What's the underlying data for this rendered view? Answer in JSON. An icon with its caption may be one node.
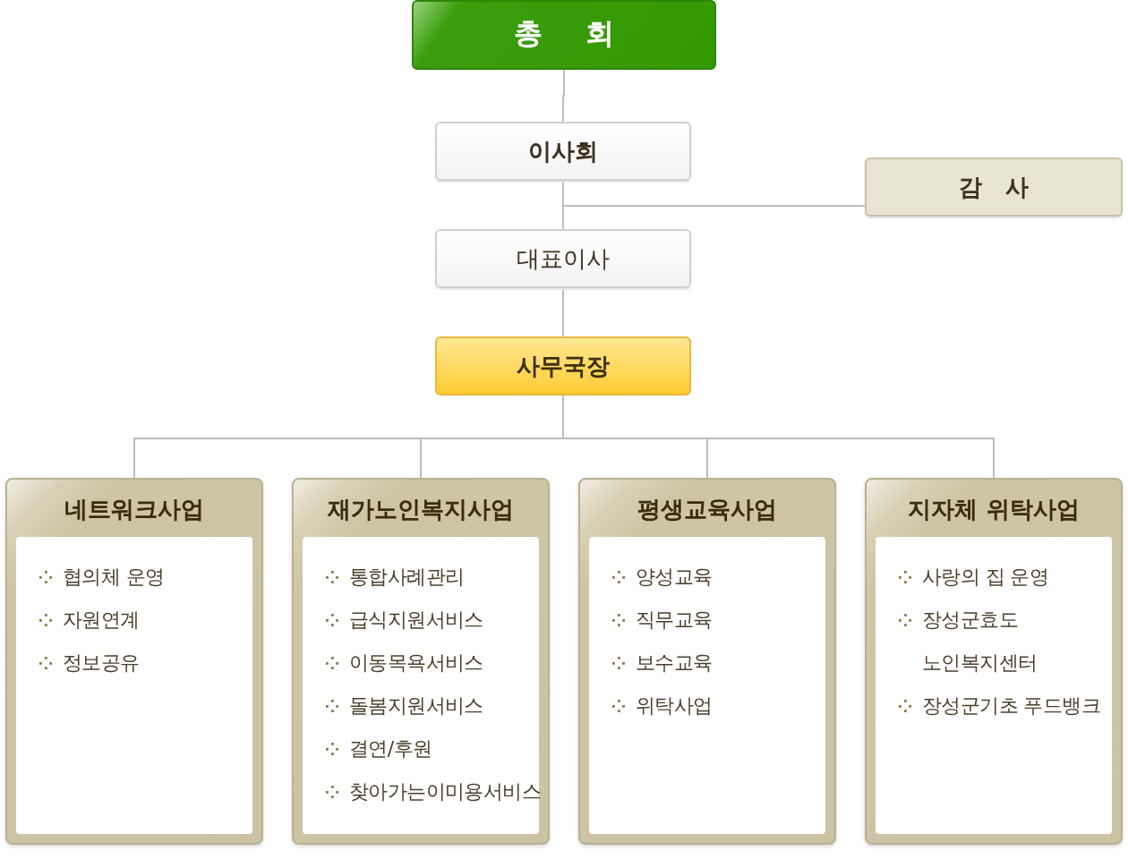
{
  "diagram": {
    "nodes": [
      {
        "text": [
          "총 회"
        ]
      },
      {
        "text": [
          "이사회"
        ]
      },
      {
        "text": [
          "감 사"
        ]
      },
      {
        "text": [
          "대표이사"
        ]
      },
      {
        "text": [
          "사무국장"
        ]
      },
      {
        "text": [
          "네트워크사업",
          "협의체 운영",
          "자원연계",
          "정보공유"
        ]
      },
      {
        "text": [
          "재가노인복지사업",
          "통합사례관리",
          "급식지원서비스",
          "이동목욕서비스",
          "돌봄지원서비스",
          "결연/후원",
          "찾아가는이미용서비스"
        ]
      },
      {
        "text": [
          "평생교육사업",
          "양성교육",
          "직무교육",
          "보수교육",
          "위탁사업"
        ]
      },
      {
        "text": [
          "지자체 위탁사업",
          "사랑의 집 운영",
          "장성군효도 노인복지센터",
          "장성군기초 푸드뱅크"
        ]
      }
    ],
    "edges": [
      {
        "from": 0,
        "to": 1,
        "arrow": "none"
      },
      {
        "from": 1,
        "to": 2,
        "arrow": "none"
      },
      {
        "from": 1,
        "to": 3,
        "arrow": "none"
      },
      {
        "from": 3,
        "to": 4,
        "arrow": "none"
      },
      {
        "from": 4,
        "to": 5,
        "arrow": "none"
      },
      {
        "from": 4,
        "to": 6,
        "arrow": "none"
      },
      {
        "from": 4,
        "to": 7,
        "arrow": "none"
      },
      {
        "from": 4,
        "to": 8,
        "arrow": "none"
      }
    ]
  }
}
